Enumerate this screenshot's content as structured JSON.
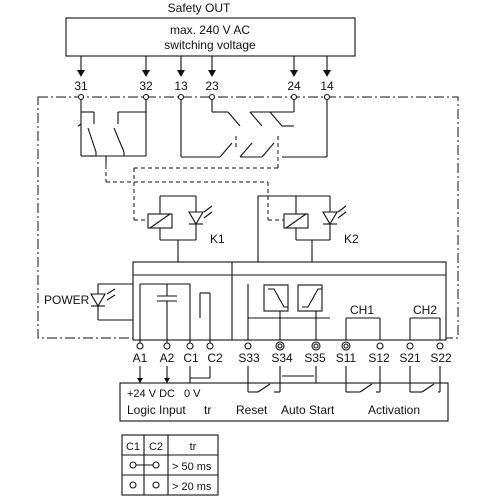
{
  "header": {
    "title": "Safety OUT",
    "line1": "max. 240 V AC",
    "line2": "switching voltage"
  },
  "top_terminals": [
    "31",
    "32",
    "13",
    "23",
    "24",
    "14"
  ],
  "relays": {
    "k1": "K1",
    "k2": "K2"
  },
  "power_label": "POWER",
  "channels": {
    "ch1": "CH1",
    "ch2": "CH2"
  },
  "bottom_terminals": [
    "A1",
    "A2",
    "C1",
    "C2",
    "S33",
    "S34",
    "S35",
    "S11",
    "S12",
    "S21",
    "S22"
  ],
  "bottom_labels": {
    "supply": "+24 V DC",
    "zero": "0 V",
    "logic_input": "Logic Input",
    "tr": "tr",
    "reset": "Reset",
    "auto_start": "Auto Start",
    "activation": "Activation"
  },
  "table": {
    "headers": [
      "C1",
      "C2",
      "tr"
    ],
    "rows": [
      {
        "tr": "> 50 ms"
      },
      {
        "tr": "> 20 ms"
      }
    ]
  }
}
